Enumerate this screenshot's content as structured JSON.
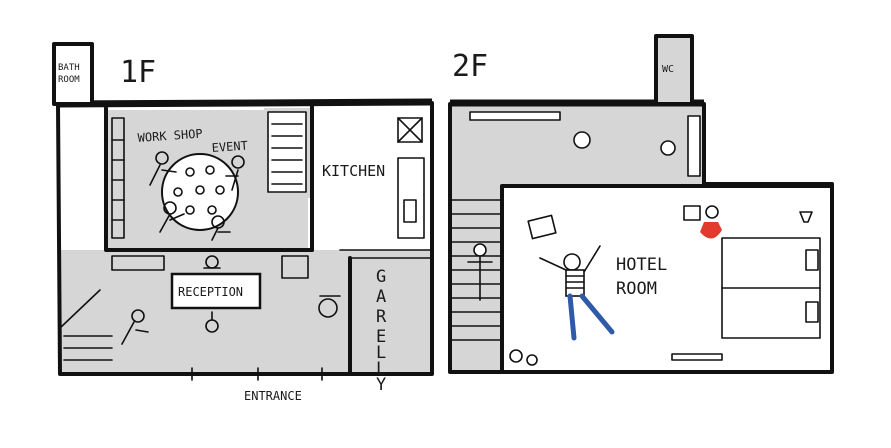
{
  "floors": {
    "first": {
      "label": "1F",
      "rooms": {
        "bathroom": "BATH\nROOM",
        "workshop": "WORK SHOP",
        "event": "EVENT",
        "kitchen": "KITCHEN",
        "reception": "RECEPTION",
        "garelly": "GARELLY"
      },
      "entrance": "ENTRANCE"
    },
    "second": {
      "label": "2F",
      "rooms": {
        "wc": "WC",
        "hotel_room": "HOTEL\nROOM"
      }
    }
  },
  "colors": {
    "floor_gray": "#d6d6d6",
    "ink": "#111111",
    "accent_red": "#e23b2e",
    "shirt_blue": "#2f5aa8"
  }
}
